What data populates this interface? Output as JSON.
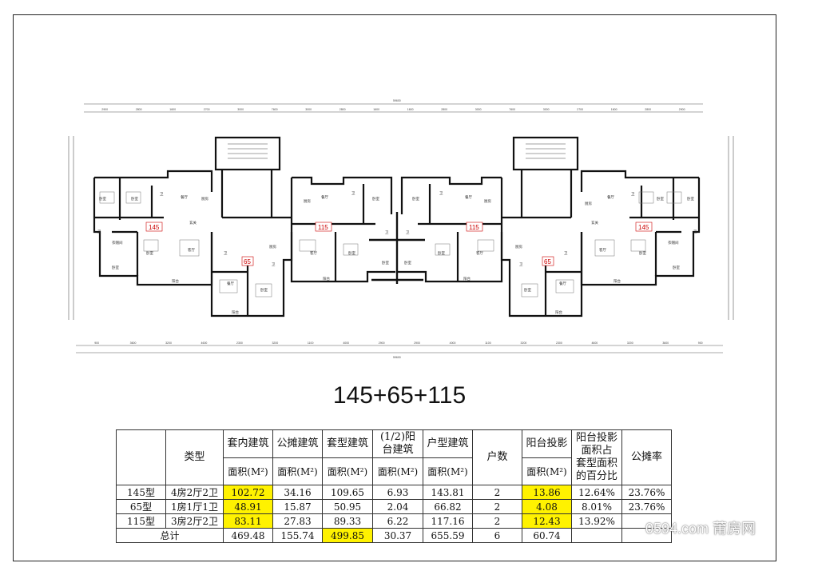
{
  "heading": "145+65+115",
  "table": {
    "header": {
      "type": "类型",
      "inner": "套内建筑",
      "shared": "公摊建筑",
      "suite": "套型建筑",
      "balcony_half_l1": "(1/2)阳",
      "balcony_half_l2": "台建筑",
      "unit": "户型建筑",
      "count": "户数",
      "balcony_proj": "阳台投影",
      "pct_l1": "阳台投影",
      "pct_l2": "面积占",
      "pct_l3": "套型面积",
      "pct_l4": "的百分比",
      "rate": "公摊率",
      "area_unit": "面积(M²)"
    },
    "rows": [
      {
        "type": "145型",
        "layout": "4房2厅2卫",
        "inner": "102.72",
        "shared": "34.16",
        "suite": "109.65",
        "balcony_half": "6.93",
        "unit": "143.81",
        "count": "2",
        "balcony_proj": "13.86",
        "pct": "12.64%",
        "rate": "23.76%"
      },
      {
        "type": "65型",
        "layout": "1房1厅1卫",
        "inner": "48.91",
        "shared": "15.87",
        "suite": "50.95",
        "balcony_half": "2.04",
        "unit": "66.82",
        "count": "2",
        "balcony_proj": "4.08",
        "pct": "8.01%",
        "rate": "23.76%"
      },
      {
        "type": "115型",
        "layout": "3房2厅2卫",
        "inner": "83.11",
        "shared": "27.83",
        "suite": "89.33",
        "balcony_half": "6.22",
        "unit": "117.16",
        "count": "2",
        "balcony_proj": "12.43",
        "pct": "13.92%",
        "rate": ""
      }
    ],
    "total": {
      "label": "总计",
      "inner": "469.48",
      "shared": "155.74",
      "suite": "499.85",
      "balcony_half": "30.37",
      "unit": "655.59",
      "count": "6",
      "balcony_proj": "60.74"
    }
  },
  "plan": {
    "unit_tags": [
      "145",
      "115",
      "65",
      "115",
      "65",
      "145"
    ],
    "room_labels": {
      "bedroom": "卧室",
      "living": "客厅",
      "dining": "餐厅",
      "kitchen": "厨房",
      "bath": "卫",
      "balcony": "阳台",
      "entry": "玄关",
      "cloak": "衣帽间",
      "utility": "阳台"
    },
    "top_dims": [
      "2900",
      "2800",
      "1600",
      "2700",
      "3000",
      "7600",
      "3000",
      "2800",
      "1600",
      "1600",
      "2800",
      "3000",
      "7600",
      "3000",
      "2700",
      "1600",
      "2800",
      "2900"
    ],
    "bottom_dims": [
      "900",
      "3600",
      "3200",
      "4600",
      "2300",
      "3200",
      "1100",
      "4000",
      "2900",
      "2900",
      "4000",
      "1100",
      "3200",
      "2300",
      "4600",
      "3200",
      "3600",
      "900"
    ],
    "total_dim": "59600"
  },
  "watermark": "0594.com 莆房网",
  "colors": {
    "highlight": "#fff200",
    "tag": "#cc0000",
    "wall": "#111111"
  }
}
